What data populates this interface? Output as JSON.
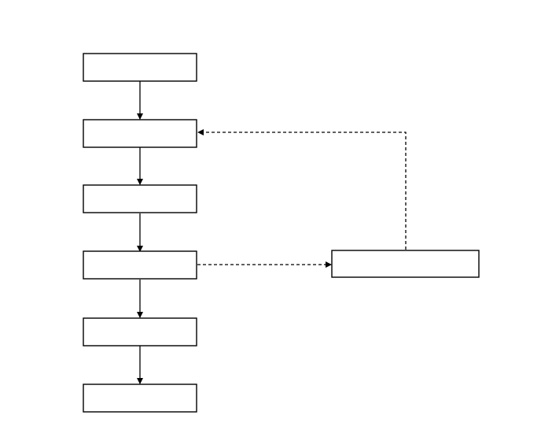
{
  "diagram": {
    "type": "flowchart",
    "colors": {
      "stroke": "#000000",
      "fill": "#ffffff",
      "background": "#ffffff"
    },
    "nodes": [
      {
        "id": "step-1",
        "label": ""
      },
      {
        "id": "step-2",
        "label": ""
      },
      {
        "id": "step-3",
        "label": ""
      },
      {
        "id": "step-4",
        "label": ""
      },
      {
        "id": "step-5",
        "label": ""
      },
      {
        "id": "step-6",
        "label": ""
      },
      {
        "id": "side-box",
        "label": ""
      }
    ],
    "edges": [
      {
        "from": "step-1",
        "to": "step-2",
        "style": "solid"
      },
      {
        "from": "step-2",
        "to": "step-3",
        "style": "solid"
      },
      {
        "from": "step-3",
        "to": "step-4",
        "style": "solid"
      },
      {
        "from": "step-4",
        "to": "step-5",
        "style": "solid"
      },
      {
        "from": "step-5",
        "to": "step-6",
        "style": "solid"
      },
      {
        "from": "step-4",
        "to": "side-box",
        "style": "dashed"
      },
      {
        "from": "side-box",
        "to": "step-2",
        "style": "dashed"
      }
    ]
  }
}
